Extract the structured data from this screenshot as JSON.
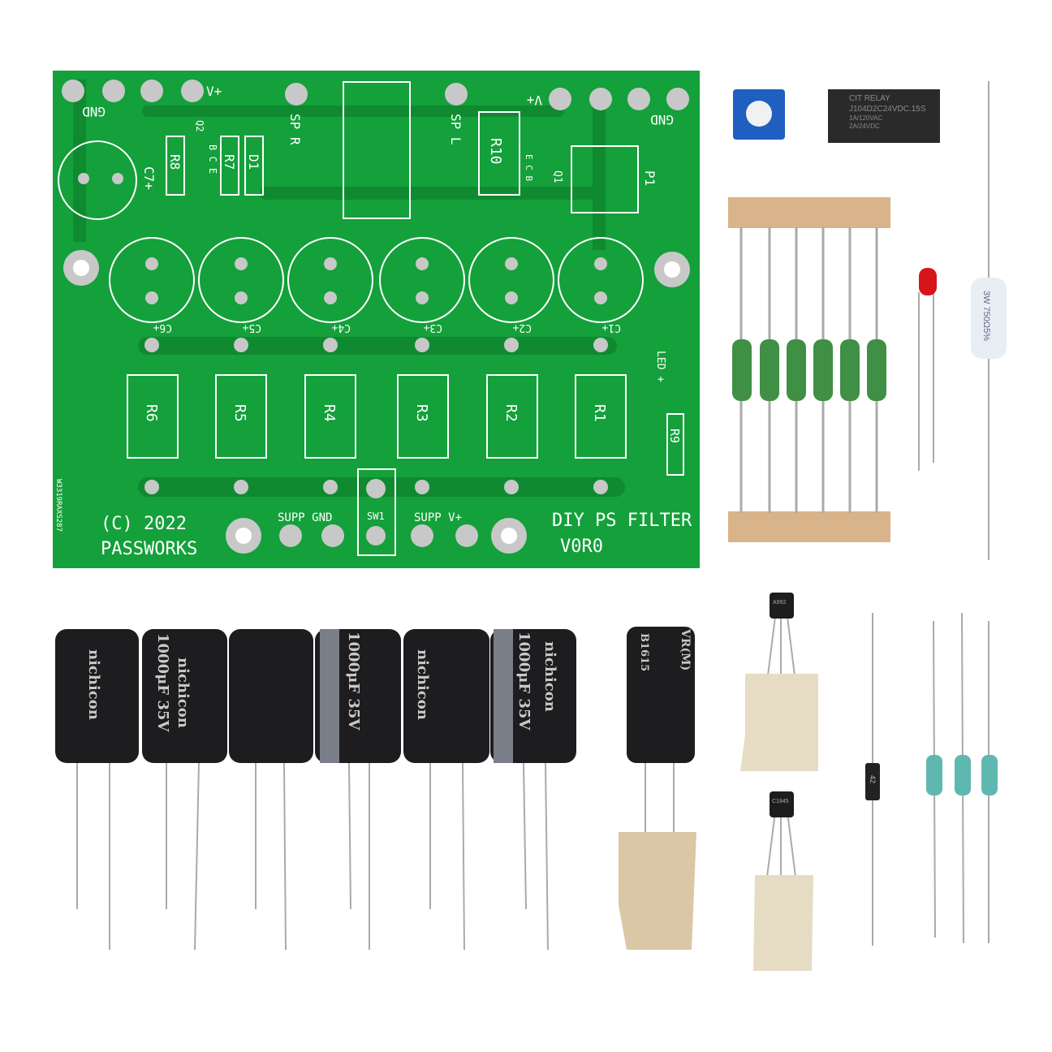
{
  "pcb": {
    "color": "#14a03a",
    "labels": {
      "gnd_left": "GND",
      "vplus_left": "V+",
      "sp_r": "SP R",
      "sp_l": "SP L",
      "vplus_right": "V+",
      "gnd_right": "GND",
      "c7": "C7+",
      "r8": "R8",
      "q2": "Q2",
      "q2_pins": "B C E",
      "r7": "R7",
      "d1": "D1",
      "r10": "R10",
      "q1": "Q1",
      "q1_pins": "E C B",
      "p1": "P1",
      "caps": [
        "C6+",
        "C5+",
        "C4+",
        "C3+",
        "C2+",
        "C1+"
      ],
      "resistors": [
        "R6",
        "R5",
        "R4",
        "R3",
        "R2",
        "R1"
      ],
      "led": "LED +",
      "r9": "R9",
      "sw1": "SW1",
      "supp_gnd": "SUPP GND",
      "supp_vplus": "SUPP V+",
      "copyright": "(C) 2022",
      "brand": "PASSWORKS",
      "product": "DIY PS FILTER",
      "version": "V0R0",
      "serial": "W3319RAXS287"
    }
  },
  "relay": {
    "line1": "CIT RELAY",
    "line2": "J104D2C24VDC.15S",
    "line3": "1A/120VAC",
    "line4": "2A/24VDC"
  },
  "power_resistor": {
    "marking": "3W 750Ω5%"
  },
  "capacitors": {
    "brand": "nichicon",
    "rating": "1000μF 35V",
    "small_brand": "VR(M)",
    "small_code": "B1615"
  },
  "transistors": {
    "top": "A992",
    "bottom": "C1845"
  },
  "diode": {
    "marking": "42"
  }
}
